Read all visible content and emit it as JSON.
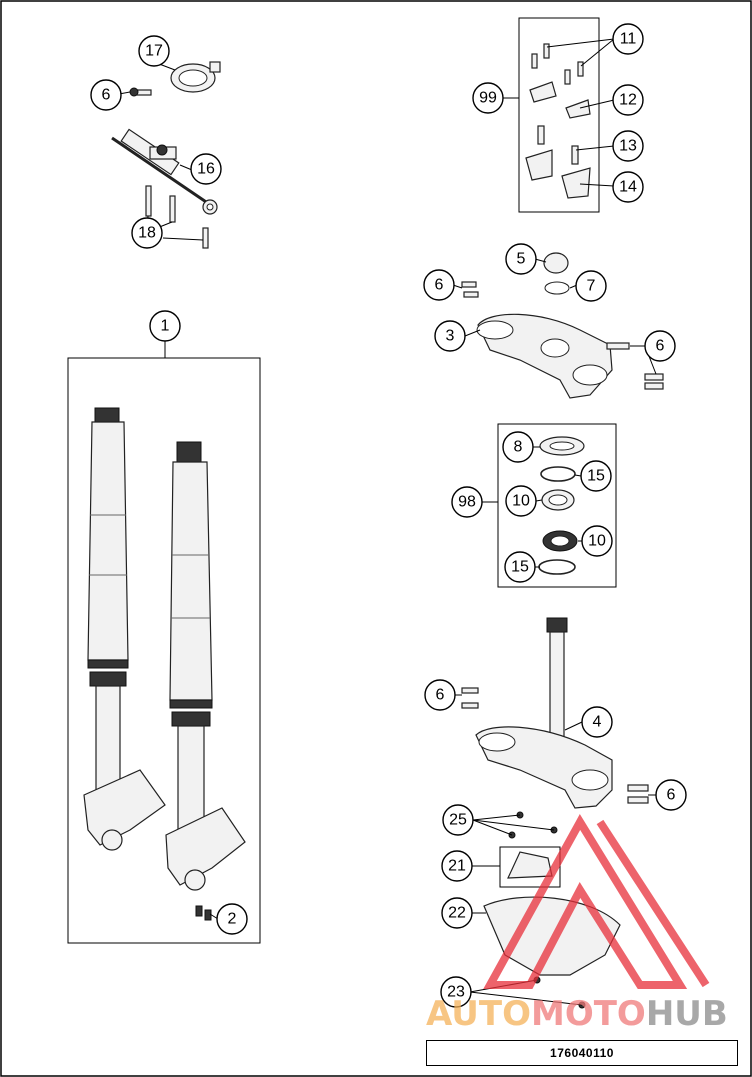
{
  "diagram": {
    "callouts": [
      {
        "label": "17"
      },
      {
        "label": "6"
      },
      {
        "label": "16"
      },
      {
        "label": "18"
      },
      {
        "label": "1"
      },
      {
        "label": "2"
      },
      {
        "label": "11"
      },
      {
        "label": "99"
      },
      {
        "label": "12"
      },
      {
        "label": "13"
      },
      {
        "label": "14"
      },
      {
        "label": "5"
      },
      {
        "label": "6"
      },
      {
        "label": "7"
      },
      {
        "label": "3"
      },
      {
        "label": "6"
      },
      {
        "label": "8"
      },
      {
        "label": "15"
      },
      {
        "label": "98"
      },
      {
        "label": "10"
      },
      {
        "label": "10"
      },
      {
        "label": "15"
      },
      {
        "label": "6"
      },
      {
        "label": "4"
      },
      {
        "label": "6"
      },
      {
        "label": "25"
      },
      {
        "label": "21"
      },
      {
        "label": "22"
      },
      {
        "label": "23"
      }
    ],
    "document_number": "176040110"
  },
  "watermark": {
    "auto": "AUTO",
    "moto": "MOTO",
    "hub": "HUB",
    "colors": {
      "auto": "#f5b25a",
      "moto": "#f07a7a",
      "hub": "#8c8c8c",
      "triangle": "#e8303a"
    }
  }
}
